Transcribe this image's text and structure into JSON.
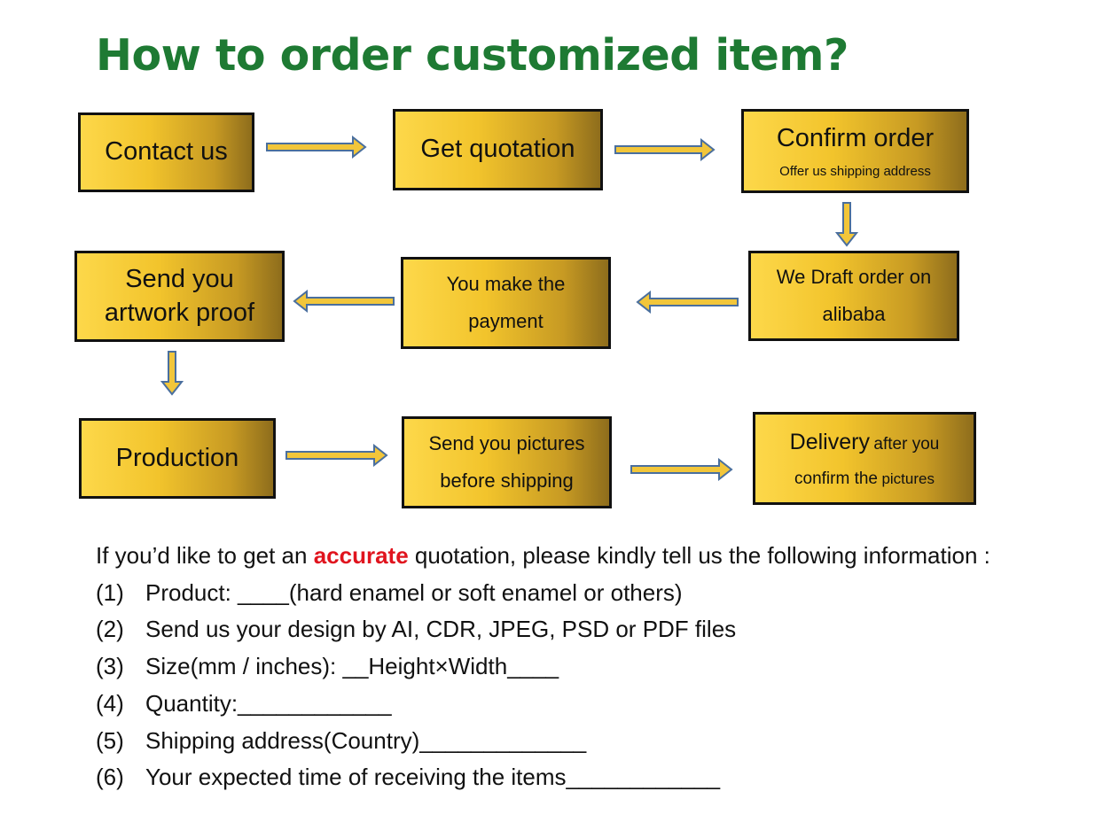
{
  "title": "How to order customized item?",
  "steps": {
    "contact": "Contact us",
    "quotation": "Get quotation",
    "confirm": "Confirm order",
    "confirm_note": "Offer us shipping address",
    "draft_line1": "We Draft order on",
    "draft_line2": "alibaba",
    "payment_line1": "You make the",
    "payment_line2": "payment",
    "proof_line1": "Send you",
    "proof_line2": "artwork proof",
    "production": "Production",
    "pictures_line1": "Send you pictures",
    "pictures_line2": "before shipping",
    "delivery_a": "Delivery",
    "delivery_b": "after you",
    "delivery_c": "confirm the",
    "delivery_d": "pictures"
  },
  "info": {
    "intro_before": "If you’d like to get an",
    "intro_accent": "accurate",
    "intro_after": "quotation, please kindly tell us the following information :",
    "items": [
      {
        "num": "(1)",
        "text": "Product: ____(hard enamel or soft enamel or others)"
      },
      {
        "num": "(2)",
        "text": "Send us your design by AI, CDR, JPEG, PSD or PDF files"
      },
      {
        "num": "(3)",
        "text": "Size(mm / inches): __Height×Width____"
      },
      {
        "num": "(4)",
        "text": "Quantity:____________"
      },
      {
        "num": "(5)",
        "text": "Shipping address(Country)_____________"
      },
      {
        "num": "(6)",
        "text": "Your expected time of receiving the items____________"
      }
    ]
  },
  "colors": {
    "title": "#1e7a33",
    "accent": "#e0141e",
    "box_light": "#fdd84a",
    "box_dark": "#8e6d1c",
    "arrow_fill": "#f2c63a",
    "arrow_stroke": "#4a6f9e"
  }
}
